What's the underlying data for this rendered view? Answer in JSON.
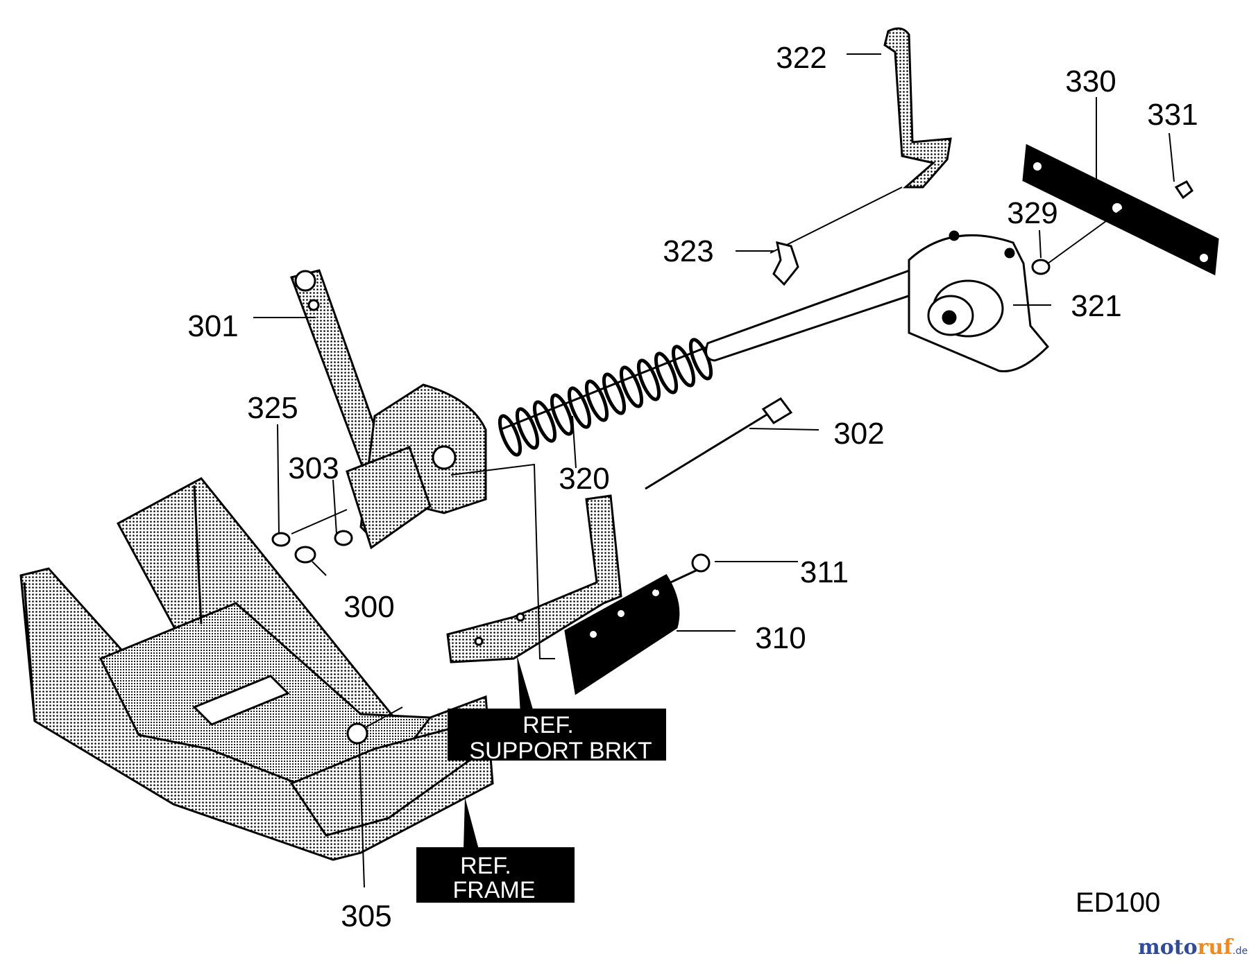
{
  "callouts": {
    "p300": "300",
    "p301": "301",
    "p302": "302",
    "p303": "303",
    "p305": "305",
    "p310": "310",
    "p311": "311",
    "p320": "320",
    "p321": "321",
    "p322": "322",
    "p323": "323",
    "p325": "325",
    "p329": "329",
    "p330": "330",
    "p331": "331"
  },
  "ref_support": {
    "line1": "REF.",
    "line2": "SUPPORT BRKT"
  },
  "ref_frame": {
    "line1": "REF.",
    "line2": "FRAME"
  },
  "diagram_code": "ED100",
  "watermark": {
    "part1": "moto",
    "part2": "ruf",
    "suffix": ".de"
  },
  "colors": {
    "ink": "#000000",
    "fill_dotted": "#9a9a9a",
    "watermark_blue": "#2f4b9a",
    "watermark_orange": "#f08a1e"
  }
}
